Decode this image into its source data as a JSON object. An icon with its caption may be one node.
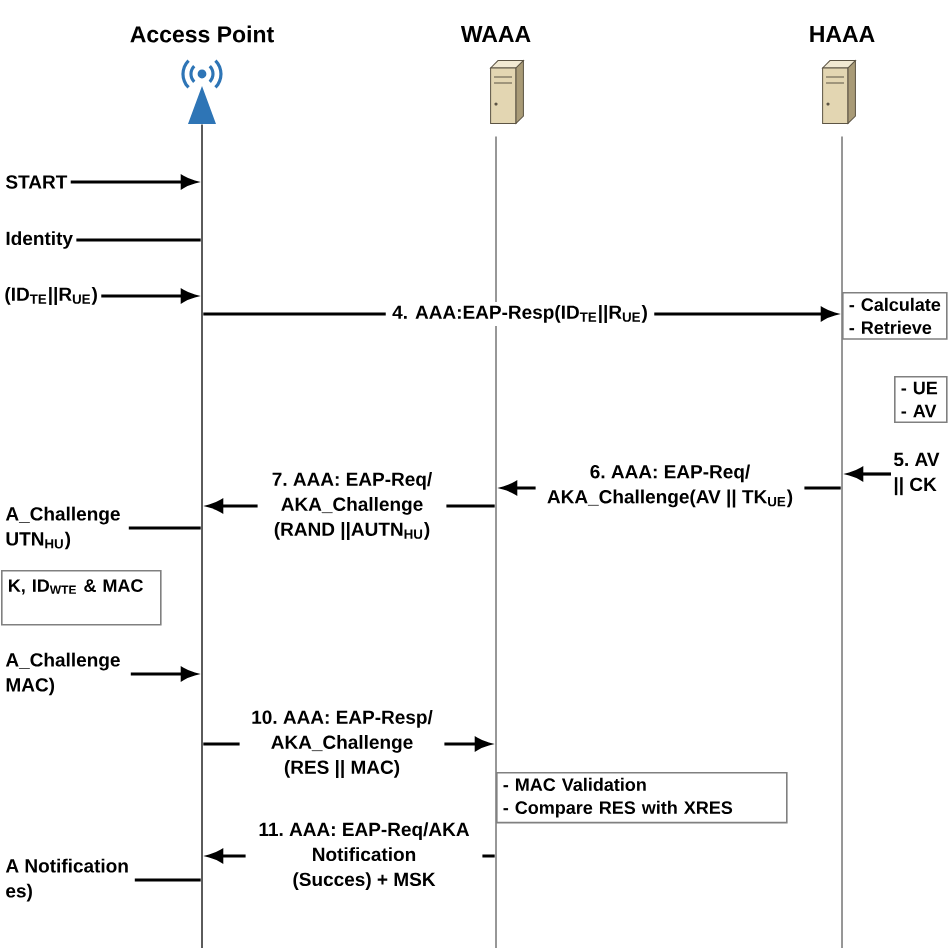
{
  "diagram": {
    "nodes": [
      {
        "text": [
          "Access Point"
        ]
      },
      {
        "text": [
          "WAAA"
        ]
      },
      {
        "text": [
          "HAAA"
        ]
      },
      {
        "text": [
          "- Calculate",
          "- Retrieve"
        ]
      },
      {
        "text": [
          "- UE",
          "- AV"
        ]
      },
      {
        "text": [
          "K, ID$_{WTE}$ & MAC"
        ]
      },
      {
        "text": [
          "- MAC Validation",
          "- Compare RES with XRES"
        ]
      }
    ],
    "edges": [
      {
        "from": null,
        "to": 0,
        "arrow": "to",
        "label": "START"
      },
      {
        "from": 0,
        "to": null,
        "arrow": "none",
        "label": "Identity"
      },
      {
        "from": null,
        "to": 0,
        "arrow": "to",
        "label": "(ID$_{TE}$||R$_{UE}$)"
      },
      {
        "from": 0,
        "to": 2,
        "arrow": "to",
        "label": "4. AAA:EAP-Resp(ID$_{TE}$||R$_{UE}$)"
      },
      {
        "from": null,
        "to": 2,
        "arrow": "to",
        "label": "5. AV || CK"
      },
      {
        "from": 2,
        "to": 1,
        "arrow": "to",
        "label": "6. AAA: EAP-Req/ AKA_Challenge(AV || TK$_{UE}$)"
      },
      {
        "from": 1,
        "to": 0,
        "arrow": "to",
        "label": "7. AAA: EAP-Req/ AKA_Challenge (RAND ||AUTN$_{HU}$)"
      },
      {
        "from": 0,
        "to": null,
        "arrow": "none",
        "label": "A_Challenge UTN$_{HU}$)"
      },
      {
        "from": null,
        "to": 0,
        "arrow": "to",
        "label": "A_Challenge MAC)"
      },
      {
        "from": 0,
        "to": 1,
        "arrow": "to",
        "label": "10. AAA: EAP-Resp/ AKA_Challenge (RES || MAC)"
      },
      {
        "from": 1,
        "to": 0,
        "arrow": "to",
        "label": "11. AAA: EAP-Req/AKA Notification (Succes) + MSK"
      },
      {
        "from": 0,
        "to": null,
        "arrow": "none",
        "label": "A Notification es)"
      }
    ]
  }
}
